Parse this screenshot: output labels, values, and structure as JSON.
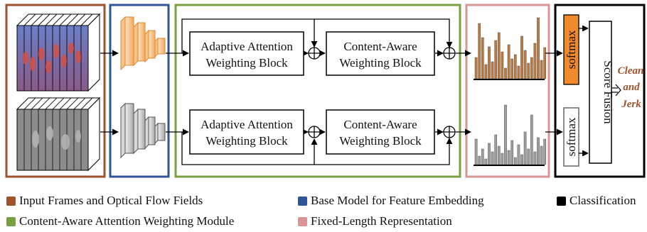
{
  "blocks": {
    "adaptive_line1": "Adaptive Attention",
    "adaptive_line2": "Weighting Block",
    "content_line1": "Content-Aware",
    "content_line2": "Weighting Block",
    "softmax": "softmax",
    "score_fusion": "Score Fusion",
    "output_line1": "Clean",
    "output_line2": "and",
    "output_line3": "Jerk"
  },
  "legend": [
    {
      "label": "Input Frames and Optical Flow Fields",
      "color": "#a0522d"
    },
    {
      "label": "Base Model for Feature Embedding",
      "color": "#2e5597"
    },
    {
      "label": "Classification",
      "color": "#000000"
    },
    {
      "label": "Content-Aware Attention Weighting Module",
      "color": "#77a043"
    },
    {
      "label": "Fixed-Length Representation",
      "color": "#d99594"
    }
  ],
  "colors": {
    "input_frame_border": "#a0522d",
    "base_model_border": "#2e5597",
    "module_border": "#77a043",
    "representation_border": "#d99594",
    "classification_border": "#000000",
    "rgb_bar": "#c07a3c",
    "flow_bar": "#9e9e9e",
    "orange_net": "#f6b26b",
    "gray_net": "#bdbdbd",
    "output_text": "#a0522d"
  }
}
